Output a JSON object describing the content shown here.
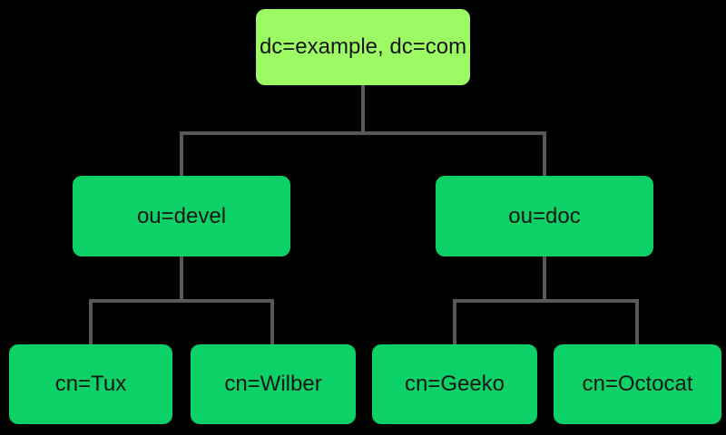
{
  "colors": {
    "background": "#000000",
    "line": "#58585A",
    "text": "#161616",
    "root_fill": "#9CFA64",
    "node_fill": "#0BD166"
  },
  "tree": {
    "root": {
      "label": "dc=example, dc=com"
    },
    "level2": [
      {
        "label": "ou=devel"
      },
      {
        "label": "ou=doc"
      }
    ],
    "level3": [
      {
        "label": "cn=Tux"
      },
      {
        "label": "cn=Wilber"
      },
      {
        "label": "cn=Geeko"
      },
      {
        "label": "cn=Octocat"
      }
    ]
  }
}
